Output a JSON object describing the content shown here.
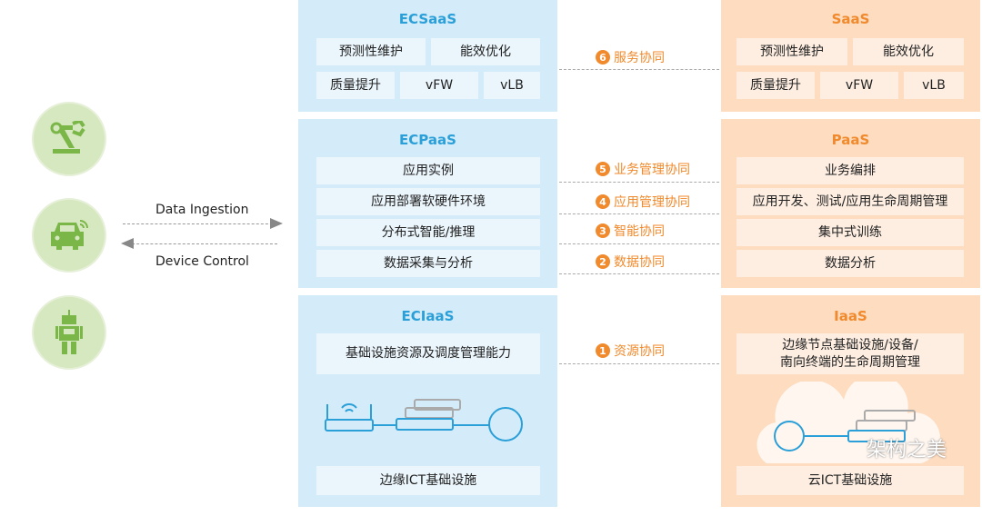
{
  "devices": [
    {
      "icon": "robot-arm-icon"
    },
    {
      "icon": "connected-car-icon"
    },
    {
      "icon": "robot-icon"
    }
  ],
  "arrows": {
    "ingestion": "Data Ingestion",
    "control": "Device Control"
  },
  "edge": {
    "saas": {
      "title": "ECSaaS",
      "items": [
        "预测性维护",
        "能效优化",
        "质量提升",
        "vFW",
        "vLB"
      ]
    },
    "paas": {
      "title": "ECPaaS",
      "items": [
        "应用实例",
        "应用部署软硬件环境",
        "分布式智能/推理",
        "数据采集与分析"
      ]
    },
    "iaas": {
      "title": "ECIaaS",
      "items": [
        "基础设施资源及调度管理能力",
        "边缘ICT基础设施"
      ]
    }
  },
  "cloud": {
    "saas": {
      "title": "SaaS",
      "items": [
        "预测性维护",
        "能效优化",
        "质量提升",
        "vFW",
        "vLB"
      ]
    },
    "paas": {
      "title": "PaaS",
      "items": [
        "业务编排",
        "应用开发、测试/应用生命周期管理",
        "集中式训练",
        "数据分析"
      ]
    },
    "iaas": {
      "title": "IaaS",
      "items": [
        "边缘节点基础设施/设备/\n南向终端的生命周期管理",
        "云ICT基础设施"
      ]
    }
  },
  "collab": [
    {
      "num": "6",
      "label": "服务协同"
    },
    {
      "num": "5",
      "label": "业务管理协同"
    },
    {
      "num": "4",
      "label": "应用管理协同"
    },
    {
      "num": "3",
      "label": "智能协同"
    },
    {
      "num": "2",
      "label": "数据协同"
    },
    {
      "num": "1",
      "label": "资源协同"
    }
  ],
  "watermark": "架构之美",
  "colors": {
    "blue": "#2a9fd8",
    "orange": "#f08a2c",
    "green": "#7ab648"
  }
}
